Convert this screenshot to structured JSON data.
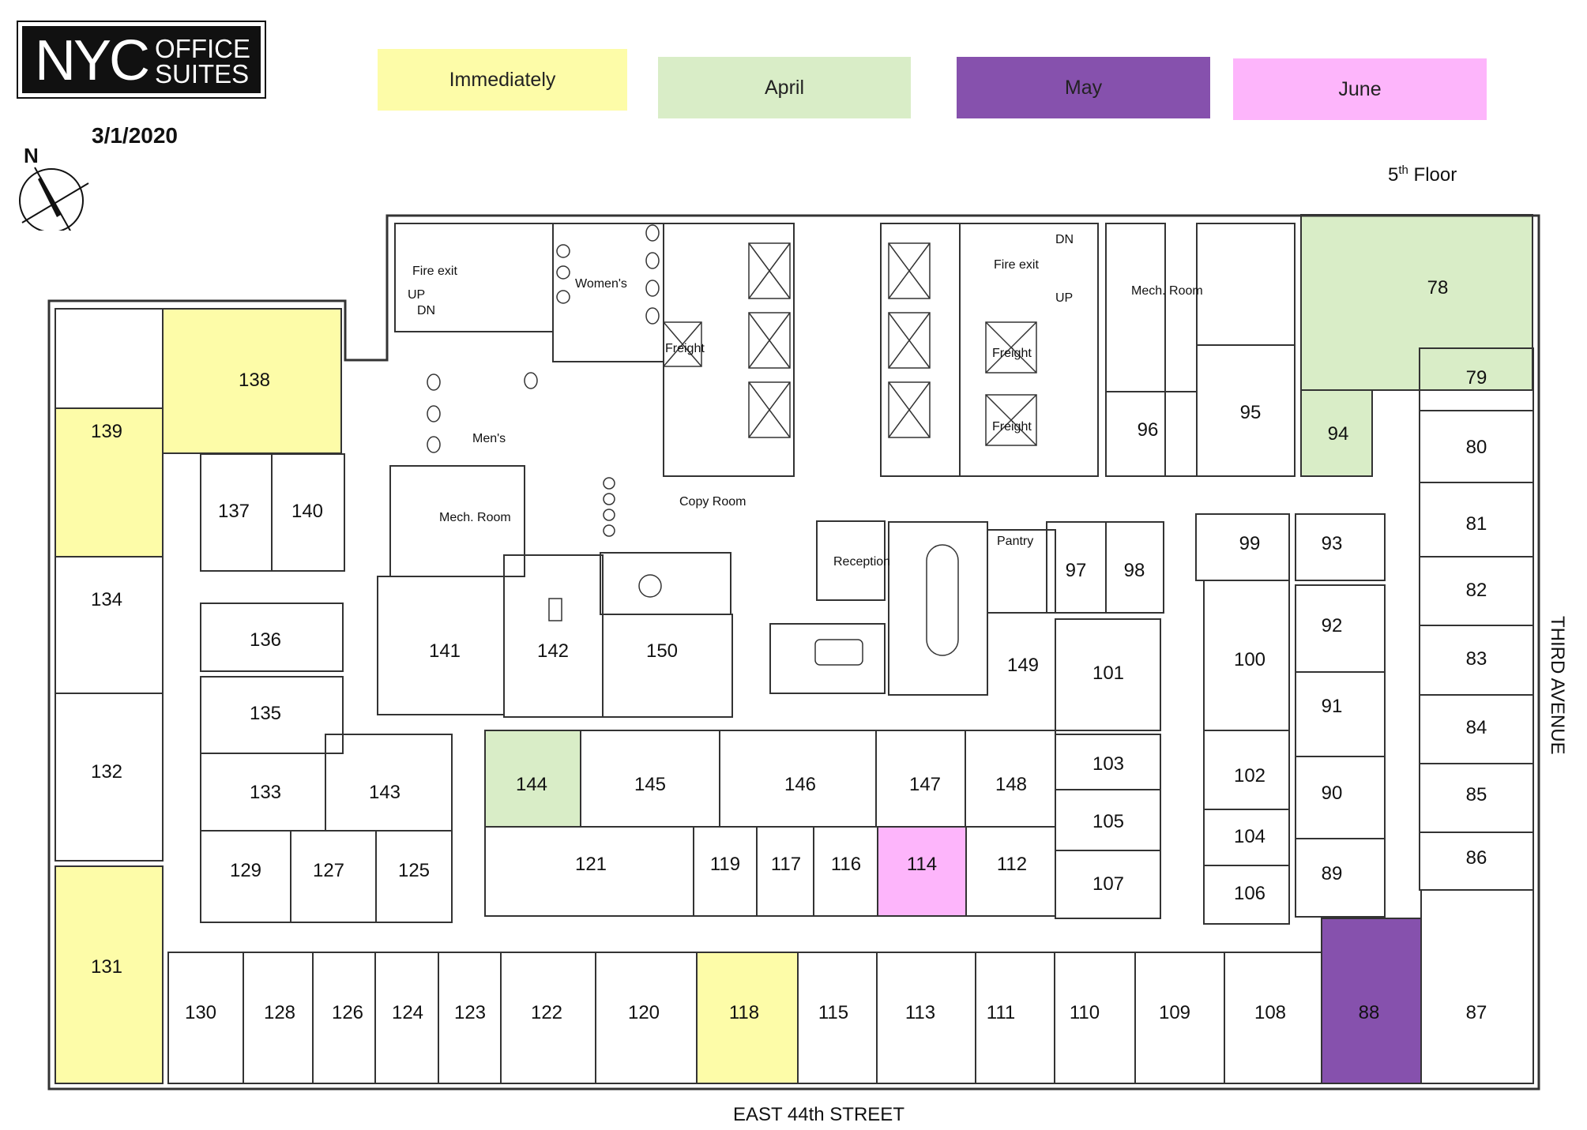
{
  "header": {
    "logo": {
      "line1": "NYC",
      "line2": "OFFICE",
      "line3": "SUITES"
    },
    "date": "3/1/2020",
    "floor": {
      "number": "5",
      "suffix": "th",
      "word": "Floor"
    },
    "compass_label": "N"
  },
  "legend": [
    {
      "label": "Immediately",
      "color": "#fdfca8"
    },
    {
      "label": "April",
      "color": "#d9edc7"
    },
    {
      "label": "May",
      "color": "#8651ad"
    },
    {
      "label": "June",
      "color": "#fdb5fb"
    }
  ],
  "streets": {
    "bottom": "EAST 44th STREET",
    "right": "THIRD AVENUE"
  },
  "plan_labels": {
    "fire_exit": "Fire exit",
    "womens": "Women's",
    "mens": "Men's",
    "freight": "Freight",
    "mech_room": "Mech. Room",
    "copy_room": "Copy Room",
    "reception": "Reception",
    "pantry": "Pantry",
    "up": "UP",
    "dn": "DN"
  },
  "rooms": [
    {
      "id": "78",
      "availability": "April"
    },
    {
      "id": "79",
      "availability": ""
    },
    {
      "id": "80",
      "availability": ""
    },
    {
      "id": "81",
      "availability": ""
    },
    {
      "id": "82",
      "availability": ""
    },
    {
      "id": "83",
      "availability": ""
    },
    {
      "id": "84",
      "availability": ""
    },
    {
      "id": "85",
      "availability": ""
    },
    {
      "id": "86",
      "availability": ""
    },
    {
      "id": "87",
      "availability": ""
    },
    {
      "id": "88",
      "availability": "May"
    },
    {
      "id": "89",
      "availability": ""
    },
    {
      "id": "90",
      "availability": ""
    },
    {
      "id": "91",
      "availability": ""
    },
    {
      "id": "92",
      "availability": ""
    },
    {
      "id": "93",
      "availability": ""
    },
    {
      "id": "94",
      "availability": "April"
    },
    {
      "id": "95",
      "availability": ""
    },
    {
      "id": "96",
      "availability": ""
    },
    {
      "id": "97",
      "availability": ""
    },
    {
      "id": "98",
      "availability": ""
    },
    {
      "id": "99",
      "availability": ""
    },
    {
      "id": "100",
      "availability": ""
    },
    {
      "id": "101",
      "availability": ""
    },
    {
      "id": "102",
      "availability": ""
    },
    {
      "id": "103",
      "availability": ""
    },
    {
      "id": "104",
      "availability": ""
    },
    {
      "id": "105",
      "availability": ""
    },
    {
      "id": "106",
      "availability": ""
    },
    {
      "id": "107",
      "availability": ""
    },
    {
      "id": "108",
      "availability": ""
    },
    {
      "id": "109",
      "availability": ""
    },
    {
      "id": "110",
      "availability": ""
    },
    {
      "id": "111",
      "availability": ""
    },
    {
      "id": "112",
      "availability": ""
    },
    {
      "id": "113",
      "availability": ""
    },
    {
      "id": "114",
      "availability": "June"
    },
    {
      "id": "115",
      "availability": ""
    },
    {
      "id": "116",
      "availability": ""
    },
    {
      "id": "117",
      "availability": ""
    },
    {
      "id": "118",
      "availability": "Immediately"
    },
    {
      "id": "119",
      "availability": ""
    },
    {
      "id": "120",
      "availability": ""
    },
    {
      "id": "121",
      "availability": ""
    },
    {
      "id": "122",
      "availability": ""
    },
    {
      "id": "123",
      "availability": ""
    },
    {
      "id": "124",
      "availability": ""
    },
    {
      "id": "125",
      "availability": ""
    },
    {
      "id": "126",
      "availability": ""
    },
    {
      "id": "127",
      "availability": ""
    },
    {
      "id": "128",
      "availability": ""
    },
    {
      "id": "129",
      "availability": ""
    },
    {
      "id": "130",
      "availability": ""
    },
    {
      "id": "131",
      "availability": "Immediately"
    },
    {
      "id": "132",
      "availability": ""
    },
    {
      "id": "133",
      "availability": ""
    },
    {
      "id": "134",
      "availability": ""
    },
    {
      "id": "135",
      "availability": ""
    },
    {
      "id": "136",
      "availability": ""
    },
    {
      "id": "137",
      "availability": ""
    },
    {
      "id": "138",
      "availability": "Immediately"
    },
    {
      "id": "139",
      "availability": "Immediately"
    },
    {
      "id": "140",
      "availability": ""
    },
    {
      "id": "141",
      "availability": ""
    },
    {
      "id": "142",
      "availability": ""
    },
    {
      "id": "143",
      "availability": ""
    },
    {
      "id": "144",
      "availability": "April"
    },
    {
      "id": "145",
      "availability": ""
    },
    {
      "id": "146",
      "availability": ""
    },
    {
      "id": "147",
      "availability": ""
    },
    {
      "id": "148",
      "availability": ""
    },
    {
      "id": "149",
      "availability": ""
    },
    {
      "id": "150",
      "availability": ""
    }
  ]
}
